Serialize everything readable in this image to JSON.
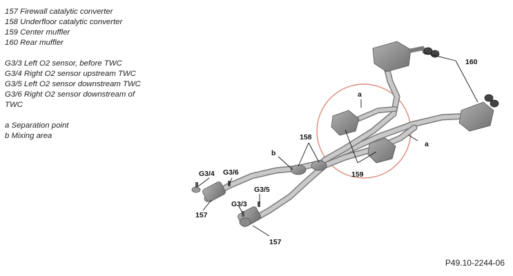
{
  "legend": {
    "components": [
      "157 Firewall catalytic converter",
      "158 Underfloor catalytic converter",
      "159 Center muffler",
      "160 Rear muffler"
    ],
    "sensors": [
      "G3/3 Left O2 sensor, before TWC",
      "G3/4 Right O2 sensor upstream TWC",
      "G3/5 Left O2 sensor downstream TWC",
      "G3/6 Right O2 sensor downstream of",
      "TWC"
    ],
    "points": [
      "a Separation point",
      "b Mixing area"
    ]
  },
  "callouts": {
    "c157_left": "157",
    "c157_bottom": "157",
    "c158": "158",
    "c159": "159",
    "c160": "160",
    "g34": "G3/4",
    "g36": "G3/6",
    "g35": "G3/5",
    "g33": "G3/3",
    "a_top": "a",
    "a_right": "a",
    "b": "b"
  },
  "figure_id": "P49.10-2244-06",
  "colors": {
    "pipe": "#b8b8b8",
    "pipe_edge": "#7a7a7a",
    "muffler": "#8c8c8c",
    "highlight_circle": "#d98a7a",
    "leader": "#111111"
  }
}
